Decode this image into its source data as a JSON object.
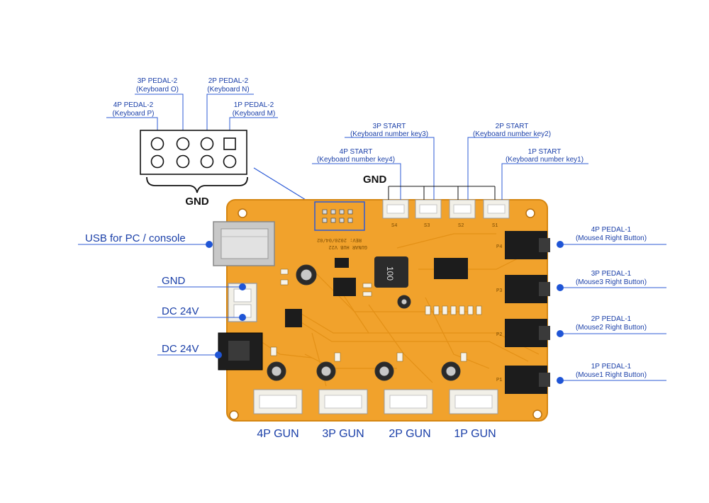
{
  "colors": {
    "board": "#f1a22c",
    "board_edge": "#d58612",
    "label": "#1a3fa8",
    "line": "#2c5bd6",
    "dot": "#1f55d6"
  },
  "pedal2_header": {
    "pins_top": [
      {
        "player": "4P PEDAL-2",
        "key": "(Keyboard P)"
      },
      {
        "player": "3P PEDAL-2",
        "key": "(Keyboard O)"
      },
      {
        "player": "2P PEDAL-2",
        "key": "(Keyboard N)"
      },
      {
        "player": "1P PEDAL-2",
        "key": "(Keyboard M)"
      }
    ],
    "gnd_label": "GND"
  },
  "start_connectors": {
    "items": [
      {
        "player": "4P START",
        "key": "(Keyboard number key4)",
        "silk": "S4"
      },
      {
        "player": "3P START",
        "key": "(Keyboard number key3)",
        "silk": "S3"
      },
      {
        "player": "2P START",
        "key": "(Keyboard number key2)",
        "silk": "S2"
      },
      {
        "player": "1P START",
        "key": "(Keyboard number key1)",
        "silk": "S1"
      }
    ],
    "gnd_label": "GND"
  },
  "left_labels": {
    "usb": "USB for PC / console",
    "gnd": "GND",
    "dc1": "DC 24V",
    "dc2": "DC 24V"
  },
  "pedal1_jacks": [
    {
      "player": "4P PEDAL-1",
      "key": "(Mouse4 Right Button)",
      "silk": "P4"
    },
    {
      "player": "3P PEDAL-1",
      "key": "(Mouse3 Right Button)",
      "silk": "P3"
    },
    {
      "player": "2P PEDAL-1",
      "key": "(Mouse2 Right Button)",
      "silk": "P2"
    },
    {
      "player": "1P PEDAL-1",
      "key": "(Mouse1 Right Button)",
      "silk": "P1"
    }
  ],
  "gun_ports": [
    "4P GUN",
    "3P GUN",
    "2P GUN",
    "1P GUN"
  ],
  "board_silk": {
    "name": "GUNAR HUB V22",
    "rev": "REV: 2020/04/02",
    "inductor": "100"
  }
}
